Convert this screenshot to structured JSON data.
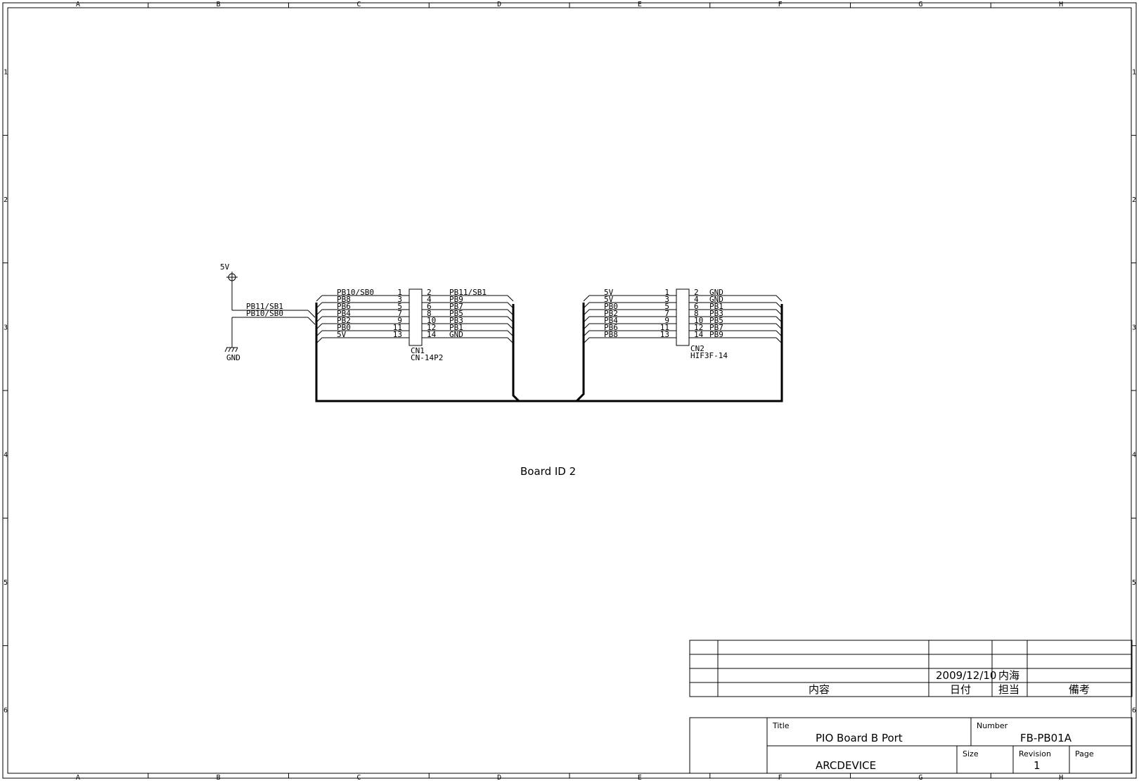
{
  "frame": {
    "columns": [
      "A",
      "B",
      "C",
      "D",
      "E",
      "F",
      "G",
      "H"
    ],
    "rows": [
      "1",
      "2",
      "3",
      "4",
      "5",
      "6"
    ]
  },
  "power": {
    "vcc_label": "5V",
    "gnd_label": "GND"
  },
  "nets": {
    "net_a": "PB11/SB1",
    "net_b": "PB10/SB0"
  },
  "connectors": [
    {
      "ref": "CN1",
      "part": "CN-14P2",
      "left_pins": [
        {
          "num": "1",
          "net": "PB10/SB0"
        },
        {
          "num": "3",
          "net": "PB8"
        },
        {
          "num": "5",
          "net": "PB6"
        },
        {
          "num": "7",
          "net": "PB4"
        },
        {
          "num": "9",
          "net": "PB2"
        },
        {
          "num": "11",
          "net": "PB0"
        },
        {
          "num": "13",
          "net": "5V"
        }
      ],
      "right_pins": [
        {
          "num": "2",
          "net": "PB11/SB1"
        },
        {
          "num": "4",
          "net": "PB9"
        },
        {
          "num": "6",
          "net": "PB7"
        },
        {
          "num": "8",
          "net": "PB5"
        },
        {
          "num": "10",
          "net": "PB3"
        },
        {
          "num": "12",
          "net": "PB1"
        },
        {
          "num": "14",
          "net": "GND"
        }
      ]
    },
    {
      "ref": "CN2",
      "part": "HIF3F-14",
      "left_pins": [
        {
          "num": "1",
          "net": "5V"
        },
        {
          "num": "3",
          "net": "5V"
        },
        {
          "num": "5",
          "net": "PB0"
        },
        {
          "num": "7",
          "net": "PB2"
        },
        {
          "num": "9",
          "net": "PB4"
        },
        {
          "num": "11",
          "net": "PB6"
        },
        {
          "num": "13",
          "net": "PB8"
        }
      ],
      "right_pins": [
        {
          "num": "2",
          "net": "GND"
        },
        {
          "num": "4",
          "net": "GND"
        },
        {
          "num": "6",
          "net": "PB1"
        },
        {
          "num": "8",
          "net": "PB3"
        },
        {
          "num": "10",
          "net": "PB5"
        },
        {
          "num": "12",
          "net": "PB7"
        },
        {
          "num": "14",
          "net": "PB9"
        }
      ]
    }
  ],
  "annotation": "Board ID 2",
  "revision_table": {
    "date": "2009/12/10",
    "person": "内海",
    "headers": {
      "content": "内容",
      "date": "日付",
      "person": "担当",
      "notes": "備考"
    }
  },
  "title_block": {
    "title_label": "Title",
    "title": "PIO Board B Port",
    "number_label": "Number",
    "number": "FB-PB01A",
    "company": "ARCDEVICE",
    "size_label": "Size",
    "revision_label": "Revision",
    "revision": "1",
    "page_label": "Page"
  }
}
